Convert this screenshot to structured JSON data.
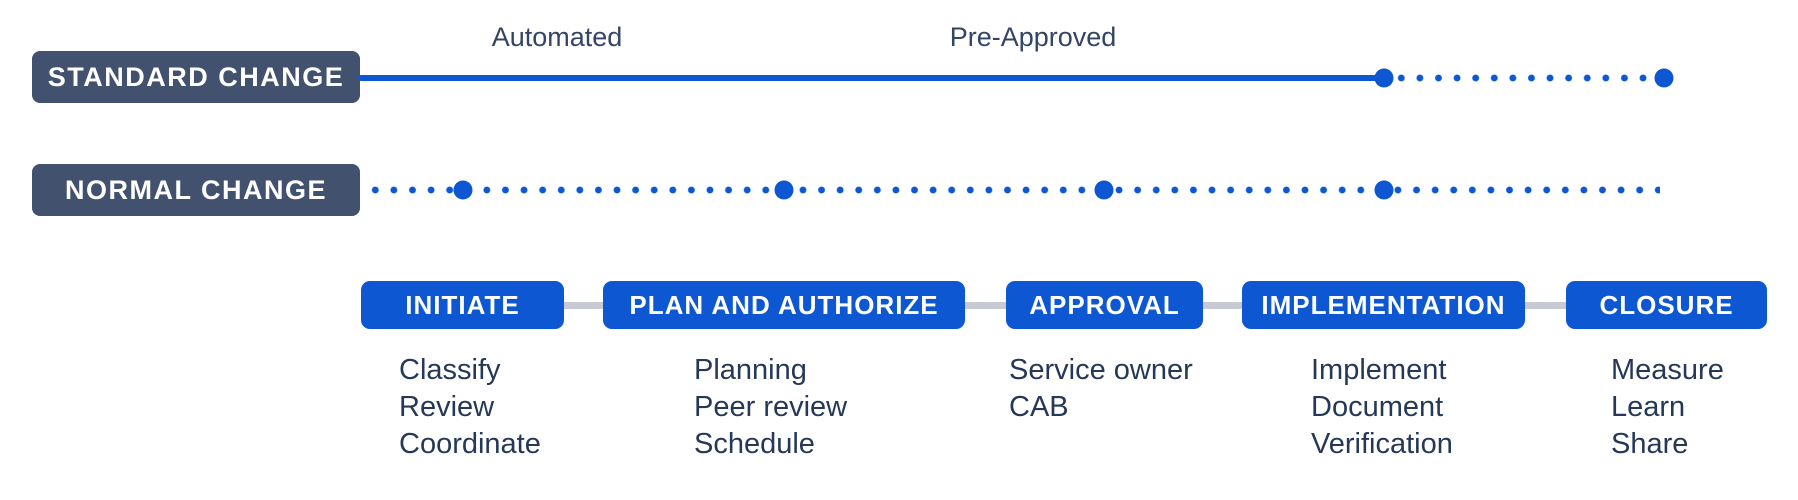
{
  "palette": {
    "blue": "#0D57D2",
    "badge-bg": "#42526E",
    "label-text": "#344563",
    "list-text": "#253858",
    "connector": "#C6CBD3",
    "bg": "#FFFFFF"
  },
  "timeline": {
    "automated_label": "Automated",
    "pre_approved_label": "Pre-Approved"
  },
  "change_types": [
    {
      "label": "STANDARD CHANGE"
    },
    {
      "label": "NORMAL CHANGE"
    }
  ],
  "stages": [
    {
      "label": "INITIATE",
      "items": [
        "Classify",
        "Review",
        "Coordinate"
      ]
    },
    {
      "label": "PLAN AND AUTHORIZE",
      "items": [
        "Planning",
        "Peer review",
        "Schedule"
      ]
    },
    {
      "label": "APPROVAL",
      "items": [
        "Service owner",
        "CAB"
      ]
    },
    {
      "label": "IMPLEMENTATION",
      "items": [
        "Implement",
        "Document",
        "Verification"
      ]
    },
    {
      "label": "CLOSURE",
      "items": [
        "Measure",
        "Learn",
        "Share"
      ]
    }
  ]
}
